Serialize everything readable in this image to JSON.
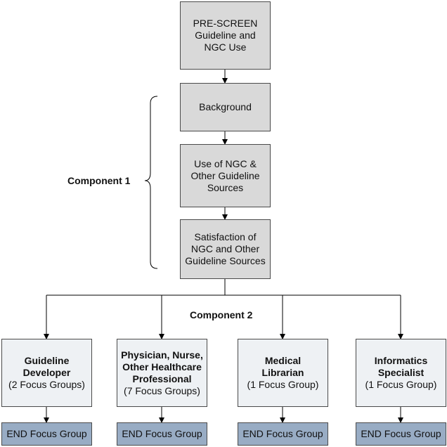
{
  "flow": {
    "prescreen": [
      "PRE-SCREEN",
      "Guideline and",
      "NGC Use"
    ],
    "background": [
      "Background"
    ],
    "use_ngc": [
      "Use of NGC &",
      "Other Guideline",
      "Sources"
    ],
    "satisfaction": [
      "Satisfaction of",
      "NGC and Other",
      "Guideline Sources"
    ]
  },
  "labels": {
    "component1": "Component 1",
    "component2": "Component 2"
  },
  "groups": [
    {
      "title": [
        "Guideline",
        "Developer"
      ],
      "detail": "(2 Focus Groups)",
      "end": "END Focus Group"
    },
    {
      "title": [
        "Physician, Nurse,",
        "Other Healthcare",
        "Professional"
      ],
      "detail": "(7 Focus Groups)",
      "end": "END Focus Group"
    },
    {
      "title": [
        "Medical",
        "Librarian"
      ],
      "detail": "(1 Focus Group)",
      "end": "END Focus Group"
    },
    {
      "title": [
        "Informatics",
        "Specialist"
      ],
      "detail": "(1 Focus Group)",
      "end": "END Focus Group"
    }
  ],
  "colors": {
    "stage_fill": "#d9d9d9",
    "group_fill": "#eef1f4",
    "end_fill": "#98acc4",
    "line": "#000000"
  }
}
